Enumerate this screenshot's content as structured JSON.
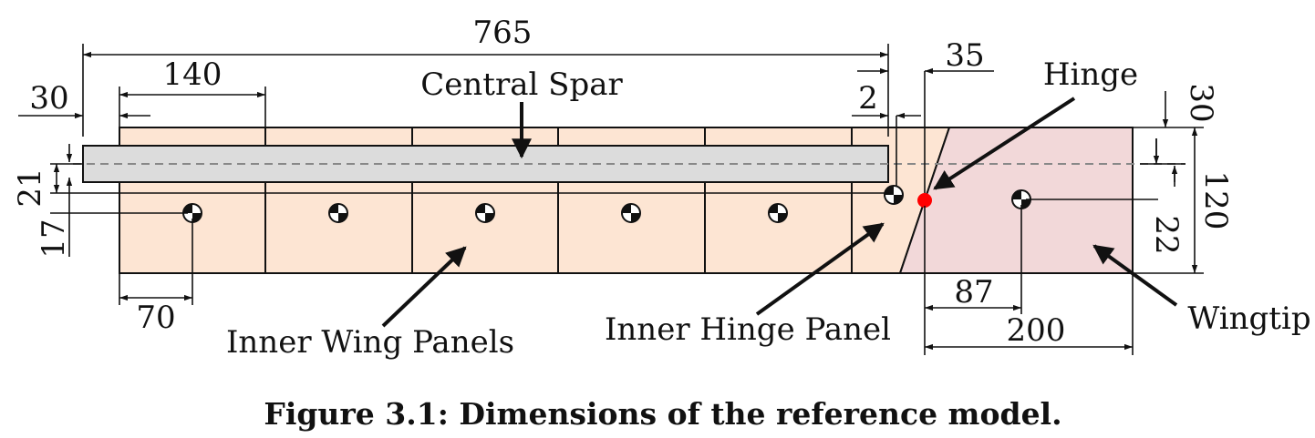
{
  "figure": {
    "caption": "Figure 3.1: Dimensions of the reference model.",
    "labels": {
      "central_spar": "Central Spar",
      "hinge": "Hinge",
      "inner_wing_panels": "Inner Wing Panels",
      "inner_hinge_panel": "Inner Hinge Panel",
      "wingtip": "Wingtip"
    },
    "dimensions": {
      "span_765": "765",
      "panel_140": "140",
      "offset_30_left": "30",
      "gap_2": "2",
      "offset_35": "35",
      "top_30_right": "30",
      "height_120": "120",
      "spar_21": "21",
      "cg_17": "17",
      "cg_22": "22",
      "cg_70": "70",
      "cg_87": "87",
      "wingtip_200": "200"
    },
    "colors": {
      "panel_fill": "#fde5d3",
      "wingtip_fill": "#f2d8d9",
      "spar_fill": "#dcdcdc",
      "hinge_point": "#ff0000",
      "line": "#111111",
      "dashed_axis": "#888888"
    }
  }
}
